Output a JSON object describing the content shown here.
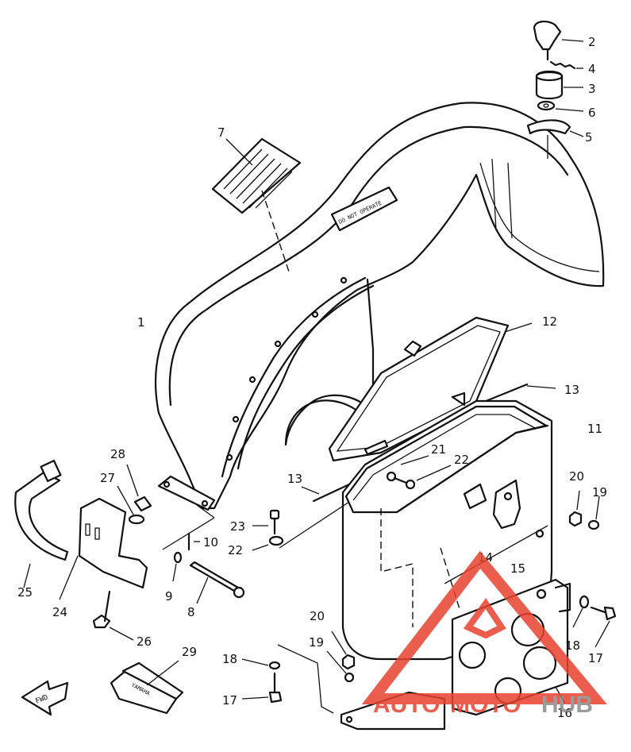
{
  "callouts": [
    {
      "id": "1",
      "text": "1"
    },
    {
      "id": "2",
      "text": "2"
    },
    {
      "id": "3",
      "text": "3"
    },
    {
      "id": "4",
      "text": "4"
    },
    {
      "id": "5",
      "text": "5"
    },
    {
      "id": "6",
      "text": "6"
    },
    {
      "id": "7",
      "text": "7"
    },
    {
      "id": "8",
      "text": "8"
    },
    {
      "id": "9",
      "text": "9"
    },
    {
      "id": "10",
      "text": "10"
    },
    {
      "id": "11",
      "text": "11"
    },
    {
      "id": "12",
      "text": "12"
    },
    {
      "id": "13a",
      "text": "13"
    },
    {
      "id": "13b",
      "text": "13"
    },
    {
      "id": "14",
      "text": "14"
    },
    {
      "id": "15",
      "text": "15"
    },
    {
      "id": "16",
      "text": "16"
    },
    {
      "id": "17a",
      "text": "17"
    },
    {
      "id": "17b",
      "text": "17"
    },
    {
      "id": "18a",
      "text": "18"
    },
    {
      "id": "18b",
      "text": "18"
    },
    {
      "id": "19a",
      "text": "19"
    },
    {
      "id": "19b",
      "text": "19"
    },
    {
      "id": "20a",
      "text": "20"
    },
    {
      "id": "20b",
      "text": "20"
    },
    {
      "id": "21",
      "text": "21"
    },
    {
      "id": "22a",
      "text": "22"
    },
    {
      "id": "22b",
      "text": "22"
    },
    {
      "id": "23",
      "text": "23"
    },
    {
      "id": "24",
      "text": "24"
    },
    {
      "id": "25",
      "text": "25"
    },
    {
      "id": "26",
      "text": "26"
    },
    {
      "id": "27",
      "text": "27"
    },
    {
      "id": "28",
      "text": "28"
    },
    {
      "id": "29",
      "text": "29"
    }
  ],
  "parts_text": {
    "warning_plate": "DO NOT OPERATE",
    "tool_bag": "YAMAHA",
    "fwd_arrow": "FWD"
  },
  "watermark": {
    "text_a": "AUTO",
    "text_b": "MOTO",
    "text_c": "HUB",
    "color_primary": "#e8432e",
    "color_secondary": "#8a8a8a"
  }
}
